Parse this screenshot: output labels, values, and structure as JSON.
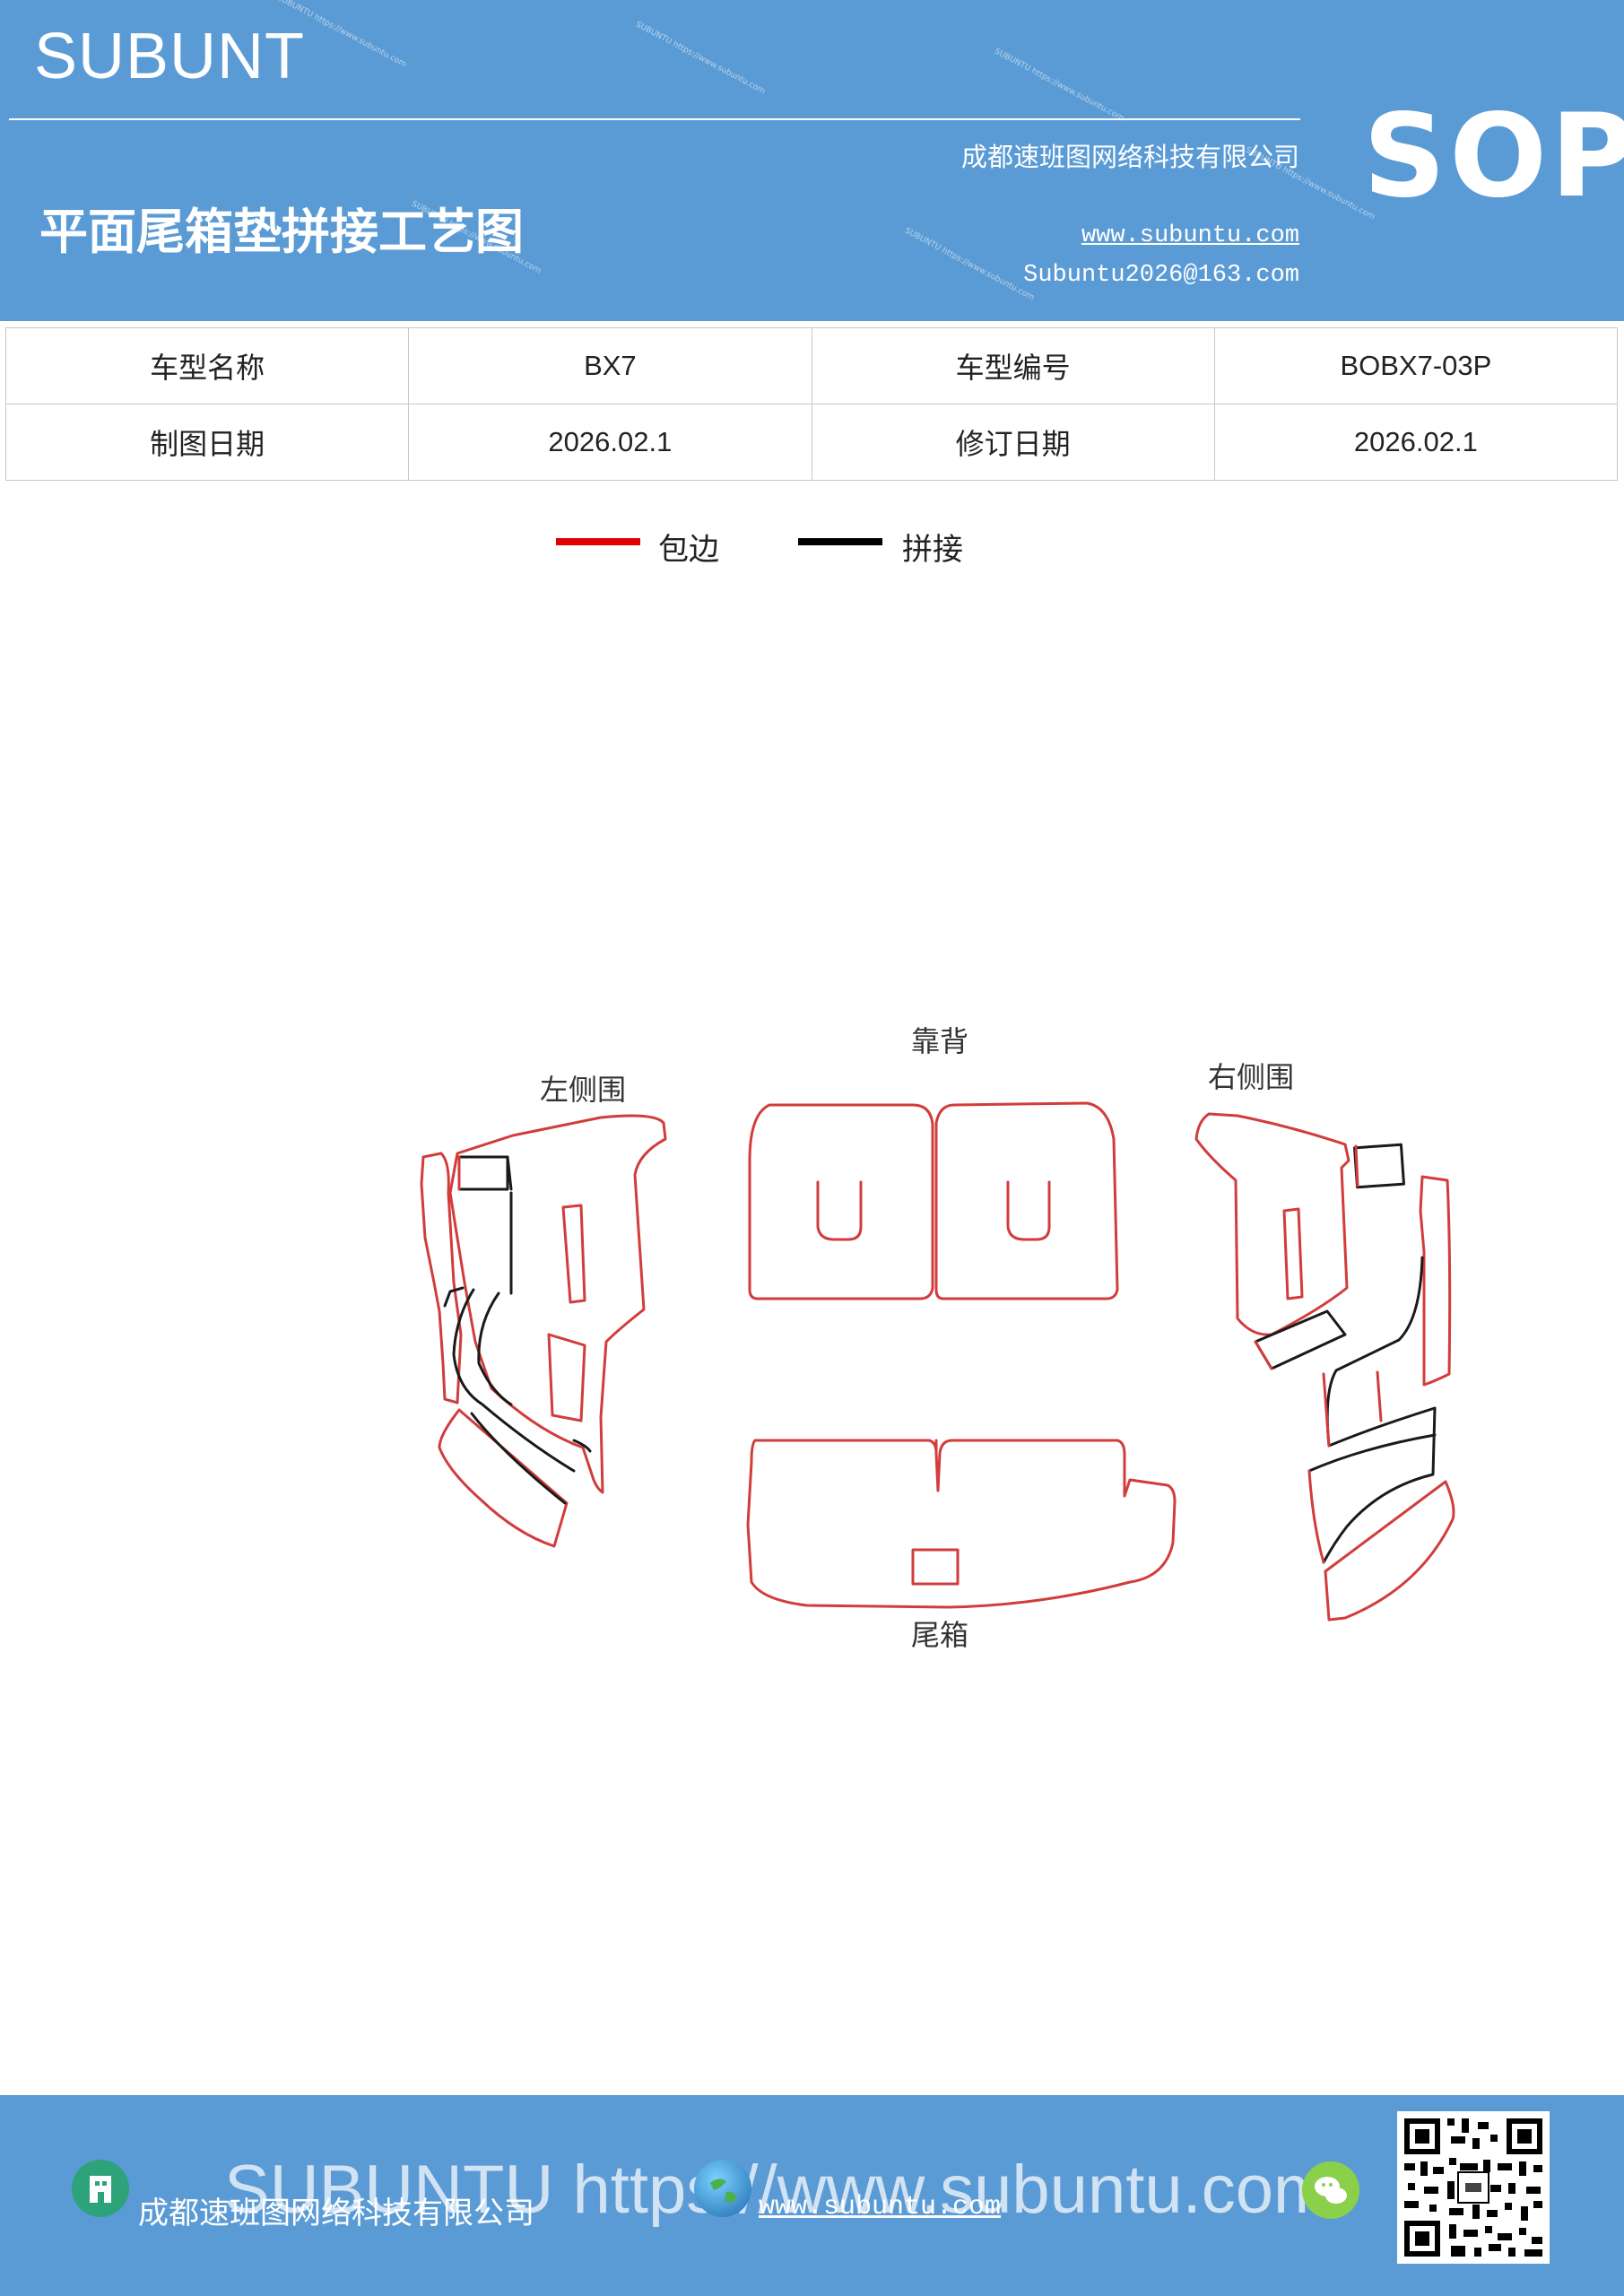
{
  "header": {
    "brand": "SUBUNT",
    "company": "成都速班图网络科技有限公司",
    "title": "平面尾箱垫拼接工艺图",
    "website": "www.subuntu.com",
    "email": "Subuntu2026@163.com",
    "badge": "SOP",
    "watermark_text": "SUBUNTU https://www.subuntu.com"
  },
  "info_table": {
    "rows": [
      [
        "车型名称",
        "BX7",
        "车型编号",
        "BOBX7-03P"
      ],
      [
        "制图日期",
        "2026.02.1",
        "修订日期",
        "2026.02.1"
      ]
    ]
  },
  "legend": [
    {
      "label": "包边",
      "color": "#e00000"
    },
    {
      "label": "拼接",
      "color": "#000000"
    }
  ],
  "diagram": {
    "parts": {
      "left": "左侧围",
      "back": "靠背",
      "right": "右侧围",
      "trunk": "尾箱"
    },
    "edge_color": "#d23c3c",
    "seam_color": "#1a1a1a"
  },
  "footer": {
    "watermark": "SUBUNTU https://www.subuntu.com",
    "company": "成都速班图网络科技有限公司",
    "website": "www.subuntu.com",
    "icons": [
      "building-icon",
      "globe-icon",
      "wechat-icon",
      "qr-code"
    ]
  },
  "colors": {
    "header_bg": "#5b9bd5",
    "footer_bg": "#5b9bd5"
  }
}
